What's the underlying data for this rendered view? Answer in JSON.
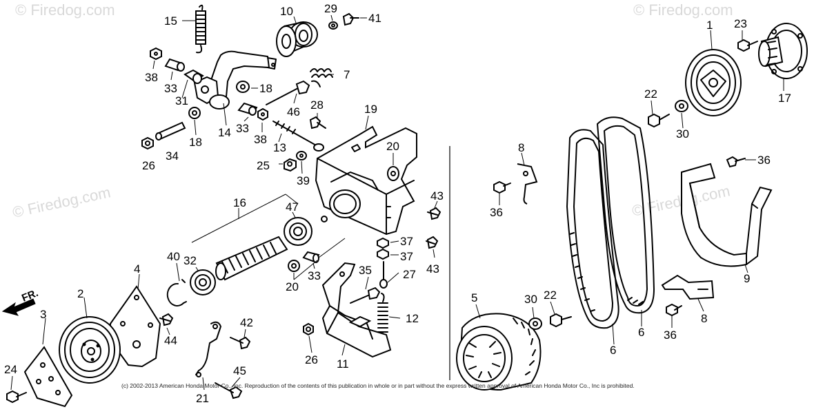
{
  "watermarks": {
    "top_left": "© Firedog.com",
    "top_right": "© Firedog.com",
    "mid_left": "© Firedog.com",
    "mid_right": "© Firedog.com"
  },
  "direction_label": "FR.",
  "copyright": "(c) 2002-2013 American Honda Motor Co., Inc. Reproduction of the contents of this publication in whole or in part without the express written approval of American Honda Motor Co., Inc is prohibited.",
  "callouts": {
    "c1": "1",
    "c2": "2",
    "c3": "3",
    "c4": "4",
    "c5": "5",
    "c6a": "6",
    "c6b": "6",
    "c7": "7",
    "c8a": "8",
    "c8b": "8",
    "c9": "9",
    "c10": "10",
    "c11": "11",
    "c12": "12",
    "c13": "13",
    "c14": "14",
    "c15": "15",
    "c16": "16",
    "c17": "17",
    "c18a": "18",
    "c18b": "18",
    "c19": "19",
    "c20a": "20",
    "c20b": "20",
    "c21": "21",
    "c22a": "22",
    "c22b": "22",
    "c23": "23",
    "c24": "24",
    "c25": "25",
    "c26a": "26",
    "c26b": "26",
    "c27": "27",
    "c28": "28",
    "c29": "29",
    "c30a": "30",
    "c30b": "30",
    "c31": "31",
    "c32": "32",
    "c33a": "33",
    "c33b": "33",
    "c33c": "33",
    "c34": "34",
    "c35": "35",
    "c36a": "36",
    "c36b": "36",
    "c36c": "36",
    "c37a": "37",
    "c37b": "37",
    "c38a": "38",
    "c38b": "38",
    "c39": "39",
    "c40": "40",
    "c41": "41",
    "c42": "42",
    "c43a": "43",
    "c43b": "43",
    "c44": "44",
    "c45": "45",
    "c46": "46",
    "c47": "47"
  }
}
